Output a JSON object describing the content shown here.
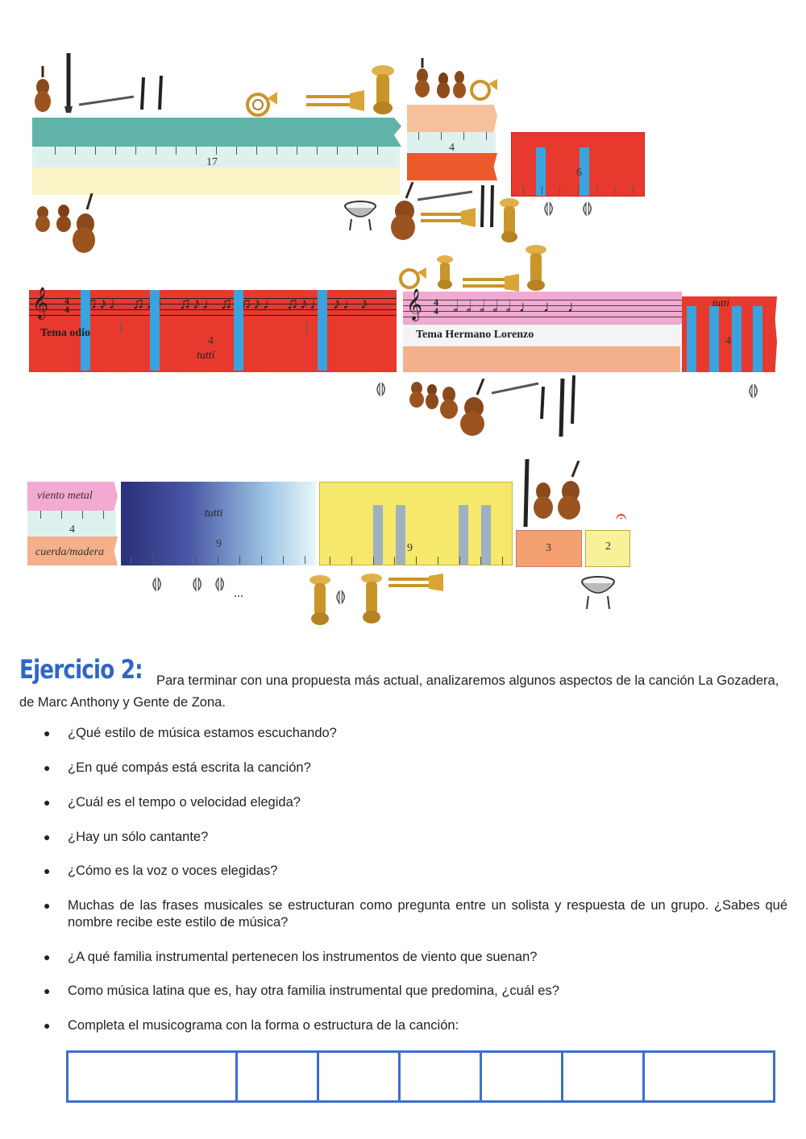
{
  "musicogram": {
    "row1": {
      "intro_bars": "17",
      "section2_bars": "4",
      "section3_bars": "6"
    },
    "row2": {
      "tema_odio_label": "Tema odio",
      "tema_odio_bars": "4",
      "tema_odio_tutti": "tutti",
      "tema_lorenzo_label": "Tema Hermano Lorenzo",
      "tutti_label": "tutti",
      "tutti_bars": "4"
    },
    "row3": {
      "viento_metal": "viento metal",
      "viento_bars": "4",
      "cuerda_madera": "cuerda/madera",
      "gradient_tutti": "tutti",
      "gradient_bars": "9",
      "yellow_bars": "9",
      "orange_bars": "3",
      "small_yellow_bars": "2",
      "ellipsis": "..."
    },
    "colors": {
      "teal": "#5fb3a8",
      "light_cyan": "#dff1ef",
      "cream": "#fbf4c6",
      "peach": "#f6c09c",
      "orange": "#ea5a2b",
      "red": "#e8392e",
      "blue": "#39a3df",
      "pink": "#f2a9d2",
      "salmon": "#f4b08a",
      "yellow": "#f5e86a",
      "navy": "#2b2f7a",
      "accent_blue": "#2f66c9"
    }
  },
  "exercise": {
    "title": "Ejercicio 2:",
    "intro": "Para terminar con una propuesta más actual, analizaremos algunos aspectos de la canción La Gozadera, de Marc Anthony y Gente de Zona.",
    "questions": [
      "¿Qué estilo de música estamos escuchando?",
      "¿En qué compás está escrita la canción?",
      "¿Cuál es el tempo o velocidad elegida?",
      "¿Hay un sólo cantante?",
      "¿Cómo es la voz o voces elegidas?",
      "Muchas de las frases musicales se estructuran como pregunta entre un solista y respuesta de un grupo. ¿Sabes qué nombre recibe este estilo de música?",
      "¿A qué familia instrumental pertenecen los instrumentos de viento que suenan?",
      "Como música latina que es, hay otra familia instrumental que predomina, ¿cuál es?",
      "Completa el musicograma con la forma o estructura de la canción:"
    ],
    "bullet": "●"
  }
}
